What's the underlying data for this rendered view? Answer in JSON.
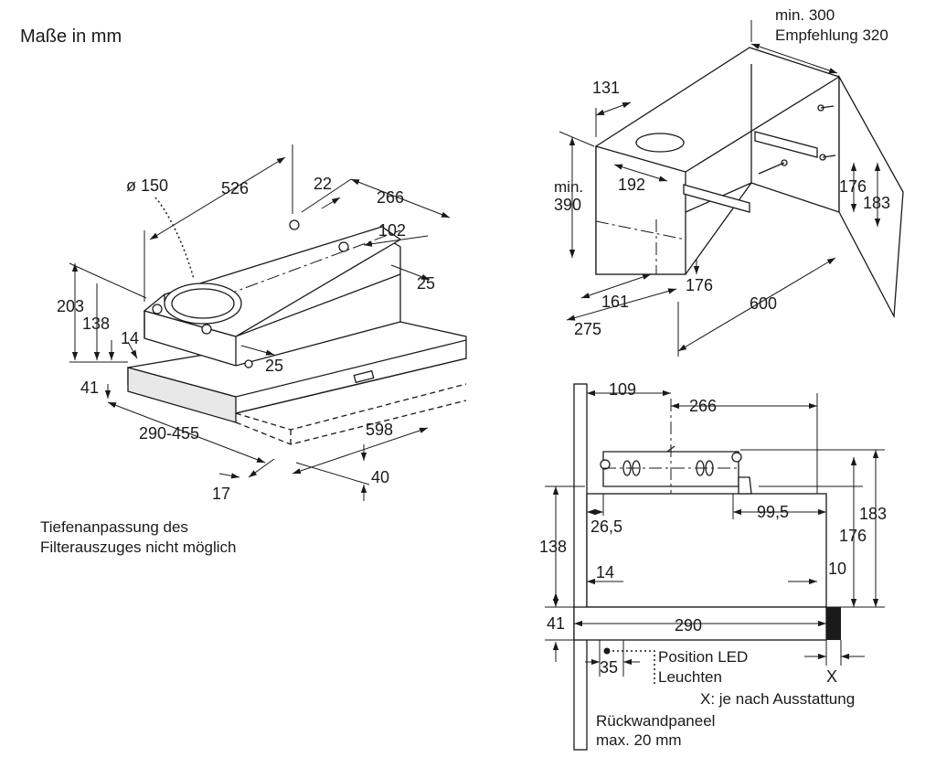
{
  "title": "Maße in mm",
  "views": {
    "isometric": {
      "diameter": "ø 150",
      "d526": "526",
      "d22": "22",
      "d266": "266",
      "d102": "102",
      "d25a": "25",
      "d203": "203",
      "d138": "138",
      "d14": "14",
      "d25b": "25",
      "d41": "41",
      "d290_455": "290-455",
      "d598": "598",
      "d40": "40",
      "d17": "17",
      "note_line1": "Tiefenanpassung des",
      "note_line2": "Filterauszuges nicht möglich"
    },
    "installation": {
      "min300": "min. 300",
      "empf320": "Empfehlung 320",
      "d131": "131",
      "min": "min.",
      "d390": "390",
      "d192": "192",
      "d176a": "176",
      "d183a": "183",
      "d176b": "176",
      "d161": "161",
      "d275": "275",
      "d600": "600"
    },
    "side": {
      "d109": "109",
      "d266": "266",
      "d183": "183",
      "d176": "176",
      "d26_5": "26,5",
      "d99_5": "99,5",
      "d138": "138",
      "d14": "14",
      "d10": "10",
      "d41": "41",
      "d290": "290",
      "d35": "35",
      "led_line1": "Position LED",
      "led_line2": "Leuchten",
      "x": "X",
      "x_note": "X: je nach Ausstattung",
      "panel_line1": "Rückwandpaneel",
      "panel_line2": "max. 20 mm"
    }
  }
}
